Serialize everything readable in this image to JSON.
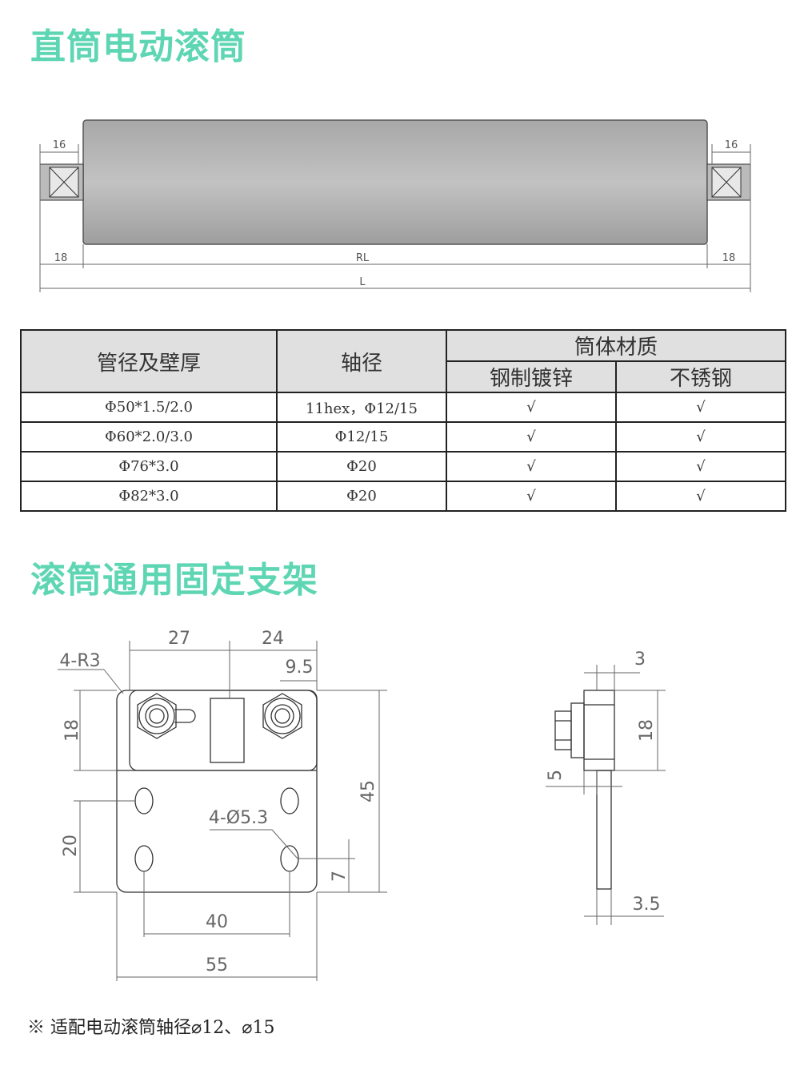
{
  "section1": {
    "title": "直筒电动滚筒"
  },
  "roller_dims": {
    "left_shaft": "16",
    "right_shaft": "16",
    "left_end": "18",
    "right_end": "18",
    "roller_length": "RL",
    "total_length": "L"
  },
  "table": {
    "headers": {
      "col1": "管径及壁厚",
      "col2": "轴径",
      "col3": "筒体材质",
      "col3a": "钢制镀锌",
      "col3b": "不锈钢"
    },
    "rows": [
      {
        "diameter": "Φ50*1.5/2.0",
        "shaft": "11hex，Φ12/15",
        "galvanized": "√",
        "stainless": "√"
      },
      {
        "diameter": "Φ60*2.0/3.0",
        "shaft": "Φ12/15",
        "galvanized": "√",
        "stainless": "√"
      },
      {
        "diameter": "Φ76*3.0",
        "shaft": "Φ20",
        "galvanized": "√",
        "stainless": "√"
      },
      {
        "diameter": "Φ82*3.0",
        "shaft": "Φ20",
        "galvanized": "√",
        "stainless": "√"
      }
    ]
  },
  "section2": {
    "title": "滚筒通用固定支架"
  },
  "bracket_dims": {
    "d27": "27",
    "d24": "24",
    "d95": "9.5",
    "r": "4-R3",
    "d18": "18",
    "d45": "45",
    "d20": "20",
    "hole": "4-Ø5.3",
    "d7": "7",
    "d40": "40",
    "d55": "55"
  },
  "side_dims": {
    "s3": "3",
    "s18": "18",
    "s5": "5",
    "s35": "3.5"
  },
  "footnote": "※  适配电动滚筒轴径⌀12、⌀15"
}
